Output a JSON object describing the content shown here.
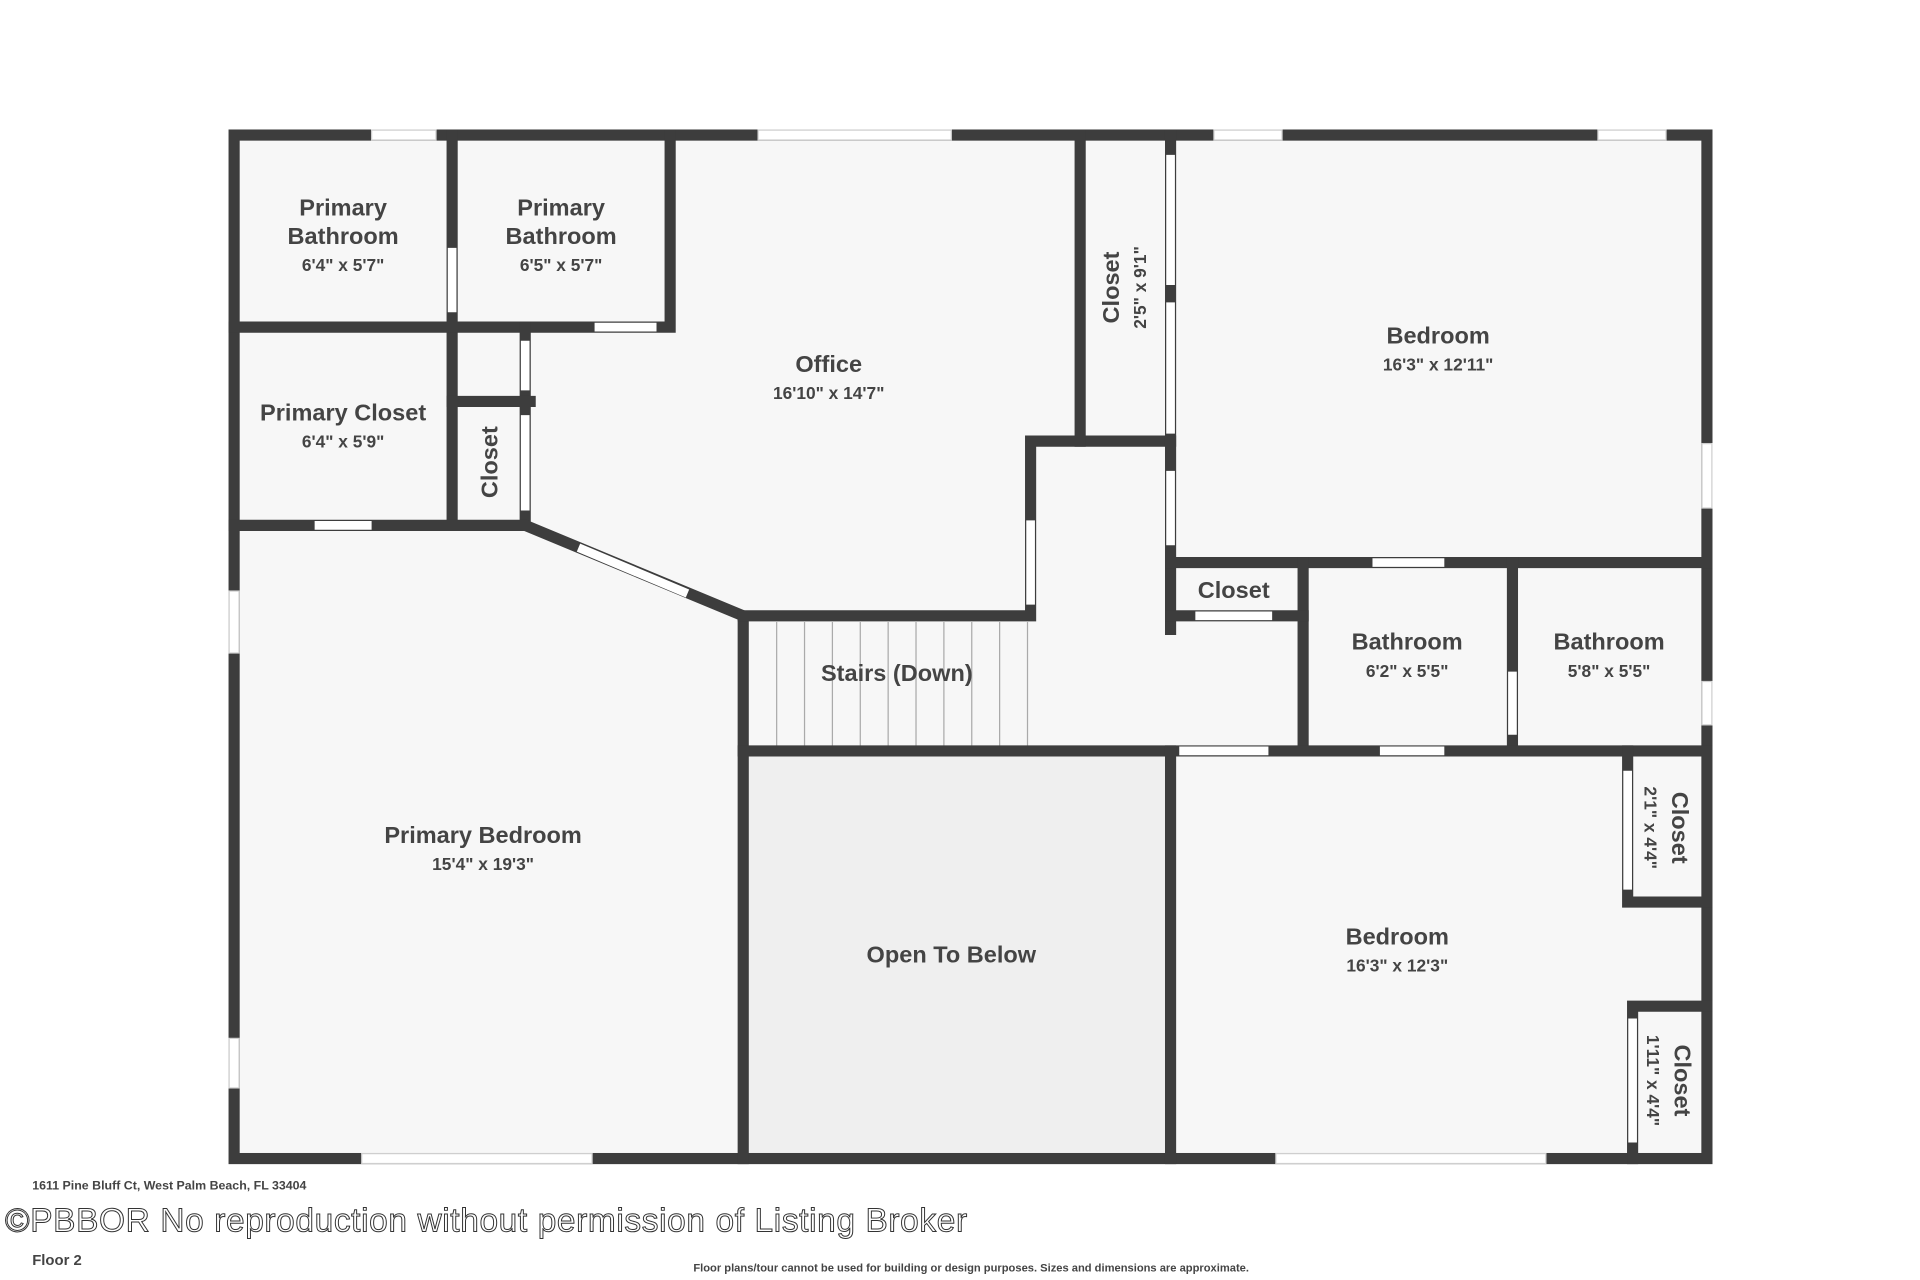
{
  "rooms": {
    "primary_bath_1": {
      "name_line1": "Primary",
      "name_line2": "Bathroom",
      "dims": "6'4\" x 5'7\""
    },
    "primary_bath_2": {
      "name_line1": "Primary",
      "name_line2": "Bathroom",
      "dims": "6'5\" x 5'7\""
    },
    "office": {
      "name": "Office",
      "dims": "16'10\" x 14'7\""
    },
    "closet_top": {
      "name": "Closet",
      "dims": "2'5\" x 9'1\""
    },
    "bedroom_top": {
      "name": "Bedroom",
      "dims": "16'3\" x 12'11\""
    },
    "primary_closet": {
      "name": "Primary Closet",
      "dims": "6'4\" x 5'9\""
    },
    "closet_small": {
      "name": "Closet"
    },
    "closet_hall": {
      "name": "Closet"
    },
    "bathroom_1": {
      "name": "Bathroom",
      "dims": "6'2\" x 5'5\""
    },
    "bathroom_2": {
      "name": "Bathroom",
      "dims": "5'8\" x 5'5\""
    },
    "stairs": {
      "name": "Stairs (Down)"
    },
    "primary_bedroom": {
      "name": "Primary Bedroom",
      "dims": "15'4\" x 19'3\""
    },
    "open_to_below": {
      "name": "Open To Below"
    },
    "bedroom_bottom": {
      "name": "Bedroom",
      "dims": "16'3\" x 12'3\""
    },
    "closet_right_1": {
      "name": "Closet",
      "dims": "2'1\" x 4'4\""
    },
    "closet_right_2": {
      "name": "Closet",
      "dims": "1'11\" x 4'4\""
    }
  },
  "footer": {
    "watermark": "©PBBOR No reproduction without permission of Listing Broker",
    "address": "1611 Pine Bluff Ct, West Palm Beach, FL 33404",
    "floor": "Floor 2",
    "disclaimer": "Floor plans/tour cannot be used for building or design purposes. Sizes and dimensions are approximate."
  }
}
